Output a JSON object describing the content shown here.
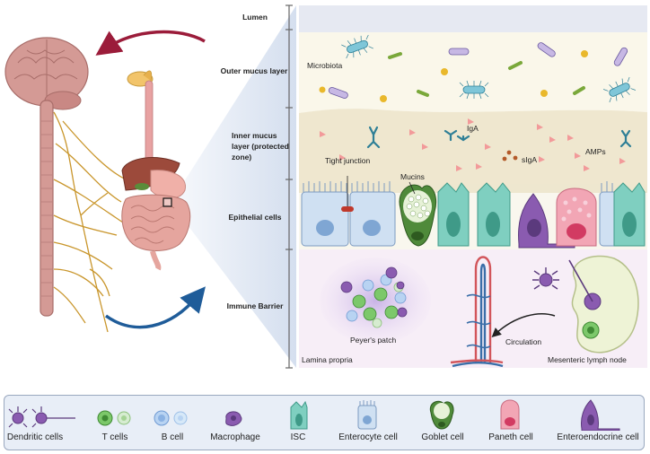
{
  "layers": {
    "lumen": "Lumen",
    "outer_mucus": "Outer mucus layer",
    "inner_mucus_1": "Inner mucus",
    "inner_mucus_2": "layer (protected",
    "inner_mucus_3": "zone)",
    "epithelial": "Epithelial cells",
    "immune": "Immune Barrier"
  },
  "labels": {
    "microbiota": "Microbiota",
    "iga": "IgA",
    "siga": "sIgA",
    "amps": "AMPs",
    "tight_junction": "Tight junction",
    "mucins": "Mucins",
    "peyers_patch": "Peyer's patch",
    "circulation": "Circulation",
    "lamina_propria": "Lamina propria",
    "lymph_node": "Mesenteric lymph node"
  },
  "legend": [
    {
      "key": "dendritic",
      "label": "Dendritic cells"
    },
    {
      "key": "tcells",
      "label": "T cells"
    },
    {
      "key": "bcell",
      "label": "B cell"
    },
    {
      "key": "macrophage",
      "label": "Macrophage"
    },
    {
      "key": "isc",
      "label": "ISC"
    },
    {
      "key": "enterocyte",
      "label": "Enterocyte cell"
    },
    {
      "key": "goblet",
      "label": "Goblet cell"
    },
    {
      "key": "paneth",
      "label": "Paneth cell"
    },
    {
      "key": "enteroendocrine",
      "label": "Enteroendocrine cell"
    }
  ],
  "colors": {
    "lumen": "#e6e9f2",
    "outer_mucus": "#faf7ea",
    "inner_mucus": "#efe7cf",
    "immune": "#f7eef7",
    "enterocyte": "#cfe0f2",
    "isc": "#7fcfc0",
    "goblet": "#4f8a3a",
    "paneth": "#f2a6b5",
    "enteroendocrine": "#8a5bb0",
    "brain": "#d49a95",
    "nerve": "#c9962c",
    "arrow_top": "#9b1c3a",
    "arrow_bottom": "#1f5c99"
  }
}
